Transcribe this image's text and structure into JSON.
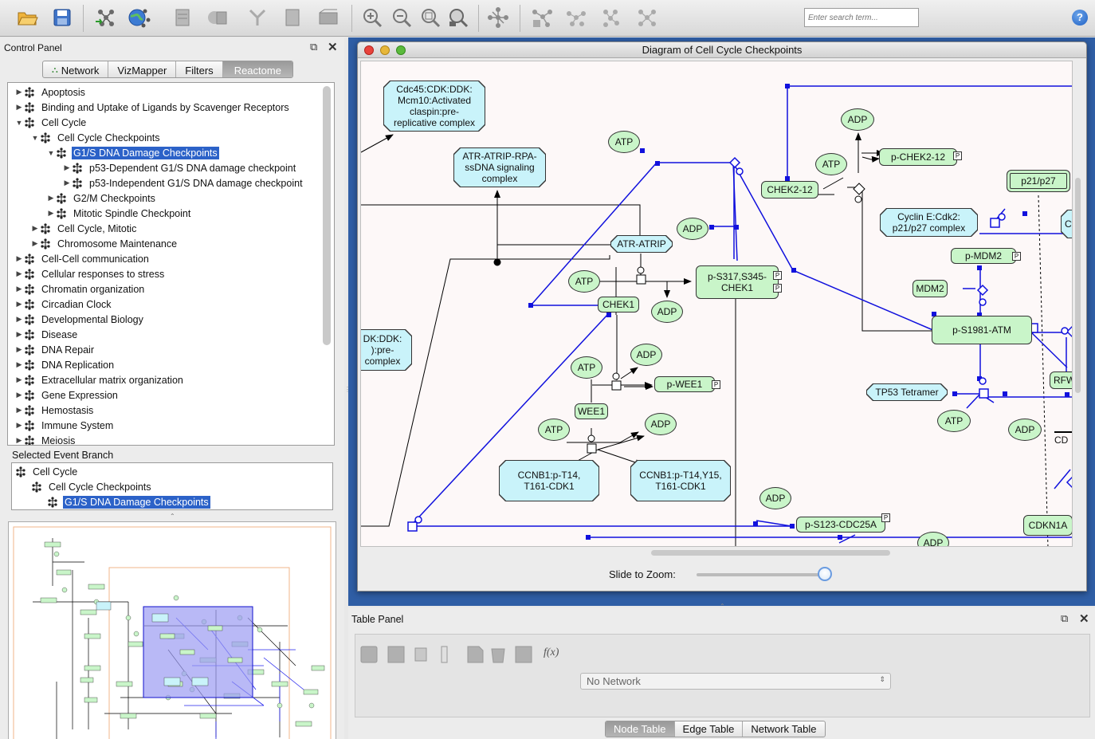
{
  "toolbar": {
    "search_placeholder": "Enter search term...",
    "help": "?",
    "tools": [
      "open-folder",
      "save",
      "import-network",
      "import-from-web",
      "new-table",
      "import-table",
      "remove",
      "export",
      "zoom-in",
      "zoom-out",
      "zoom-fit",
      "zoom-selected",
      "layout",
      "cluster-a",
      "cluster-b",
      "cluster-c"
    ]
  },
  "control_panel": {
    "title": "Control Panel",
    "tabs": [
      {
        "label": "Network",
        "selected": false
      },
      {
        "label": "VizMapper",
        "selected": false
      },
      {
        "label": "Filters",
        "selected": false
      },
      {
        "label": "Reactome",
        "selected": true
      }
    ],
    "tree": [
      {
        "label": "Apoptosis",
        "depth": 0,
        "exp": "closed"
      },
      {
        "label": "Binding and Uptake of Ligands by Scavenger Receptors",
        "depth": 0,
        "exp": "closed"
      },
      {
        "label": "Cell Cycle",
        "depth": 0,
        "exp": "open"
      },
      {
        "label": "Cell Cycle Checkpoints",
        "depth": 1,
        "exp": "open"
      },
      {
        "label": "G1/S DNA Damage Checkpoints",
        "depth": 2,
        "exp": "open",
        "selected": true
      },
      {
        "label": "p53-Dependent G1/S DNA damage checkpoint",
        "depth": 3,
        "exp": "closed"
      },
      {
        "label": "p53-Independent G1/S DNA damage checkpoint",
        "depth": 3,
        "exp": "closed"
      },
      {
        "label": "G2/M Checkpoints",
        "depth": 2,
        "exp": "closed"
      },
      {
        "label": "Mitotic Spindle Checkpoint",
        "depth": 2,
        "exp": "closed"
      },
      {
        "label": "Cell Cycle, Mitotic",
        "depth": 1,
        "exp": "closed"
      },
      {
        "label": "Chromosome Maintenance",
        "depth": 1,
        "exp": "closed"
      },
      {
        "label": "Cell-Cell communication",
        "depth": 0,
        "exp": "closed"
      },
      {
        "label": "Cellular responses to stress",
        "depth": 0,
        "exp": "closed"
      },
      {
        "label": "Chromatin organization",
        "depth": 0,
        "exp": "closed"
      },
      {
        "label": "Circadian Clock",
        "depth": 0,
        "exp": "closed"
      },
      {
        "label": "Developmental Biology",
        "depth": 0,
        "exp": "closed"
      },
      {
        "label": "Disease",
        "depth": 0,
        "exp": "closed"
      },
      {
        "label": "DNA Repair",
        "depth": 0,
        "exp": "closed"
      },
      {
        "label": "DNA Replication",
        "depth": 0,
        "exp": "closed"
      },
      {
        "label": "Extracellular matrix organization",
        "depth": 0,
        "exp": "closed"
      },
      {
        "label": "Gene Expression",
        "depth": 0,
        "exp": "closed"
      },
      {
        "label": "Hemostasis",
        "depth": 0,
        "exp": "closed"
      },
      {
        "label": "Immune System",
        "depth": 0,
        "exp": "closed"
      },
      {
        "label": "Meiosis",
        "depth": 0,
        "exp": "closed"
      }
    ],
    "selected_branch_label": "Selected Event Branch",
    "branch": [
      {
        "label": "Cell Cycle",
        "depth": 0,
        "selected": false
      },
      {
        "label": "Cell Cycle Checkpoints",
        "depth": 1,
        "selected": false
      },
      {
        "label": "G1/S DNA Damage Checkpoints",
        "depth": 2,
        "selected": true
      }
    ]
  },
  "diagram_window": {
    "title": "Diagram of Cell Cycle Checkpoints",
    "zoom_label": "Slide to Zoom:",
    "zoom_level": 0.95,
    "nodes": {
      "cdc45": "Cdc45:CDK:DDK:\nMcm10:Activated\nclaspin:pre-\nreplicative complex",
      "atr_atrip_rpa": "ATR-ATRIP-RPA-\nssDNA signaling\ncomplex",
      "atr_atrip": "ATR-ATRIP",
      "chek1": "CHEK1",
      "p_s317": "p-S317,S345-\nCHEK1",
      "wee1": "WEE1",
      "p_wee1": "p-WEE1",
      "ccnb1_a": "CCNB1:p-T14,\nT161-CDK1",
      "ccnb1_b": "CCNB1:p-T14,Y15,\nT161-CDK1",
      "dk_partial": "DK:DDK:\n):pre-\ncomplex",
      "chek2": "CHEK2-12",
      "p_chek2": "p-CHEK2-12",
      "p21": "p21/p27",
      "cyclin_e": "Cyclin E:Cdk2:\np21/p27 complex",
      "cy_partial": "Cy",
      "p_mdm2": "p-MDM2",
      "mdm2": "MDM2",
      "p_s1981": "p-S1981-ATM",
      "tp53": "TP53 Tetramer",
      "rfw_partial": "RFW",
      "cd_partial": "CD",
      "cdkn1a": "CDKN1A",
      "p_s123": "p-S123-CDC25A",
      "atp": "ATP",
      "adp": "ADP",
      "p_mark": "P"
    }
  },
  "table_panel": {
    "title": "Table Panel",
    "network_select": "No Network",
    "tabs": [
      {
        "label": "Node Table",
        "selected": true
      },
      {
        "label": "Edge Table",
        "selected": false
      },
      {
        "label": "Network Table",
        "selected": false
      }
    ],
    "fx": "f(x)"
  },
  "colors": {
    "accent": "#2c62c8",
    "desktop": "#2f5ea5",
    "protein": "#c9f5c9",
    "complex": "#c9f3fa",
    "edge_blue": "#1111dd"
  }
}
